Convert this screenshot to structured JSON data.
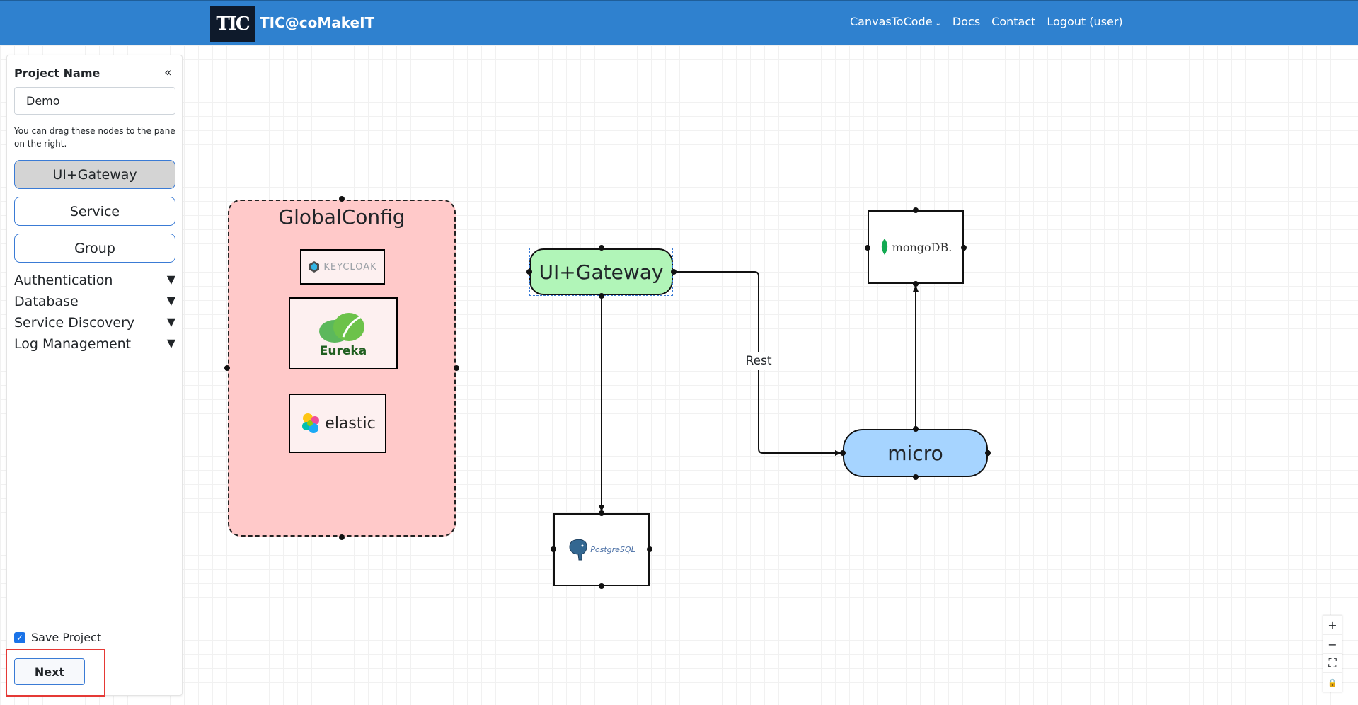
{
  "navbar": {
    "logo_text": "TIC",
    "brand": "TIC@coMakeIT",
    "links": [
      "CanvasToCode",
      "Docs",
      "Contact",
      "Logout (user)"
    ]
  },
  "sidebar": {
    "title": "Project Name",
    "collapse_icon": "«",
    "project_name_value": "Demo",
    "help_text": "You can drag these nodes to the pane on the right.",
    "node_buttons": [
      "UI+Gateway",
      "Service",
      "Group"
    ],
    "accordions": [
      "Authentication",
      "Database",
      "Service Discovery",
      "Log Management"
    ],
    "save_label": "Save Project",
    "save_checked": true,
    "next_label": "Next"
  },
  "canvas": {
    "group_title": "GlobalConfig",
    "group_logos": [
      "KEYCLOAK",
      "Eureka",
      "elastic"
    ],
    "gateway_label": "UI+Gateway",
    "micro_label": "micro",
    "mongo_label": "mongoDB.",
    "postgres_label": "PostgreSQL",
    "edge_label": "Rest"
  },
  "controls": [
    "+",
    "−",
    "⛶",
    "🔒"
  ],
  "colors": {
    "navbar": "#2f81cf",
    "group_fill": "#ffc9c9",
    "gateway_fill": "#b1f5b8",
    "micro_fill": "#a6d4ff",
    "highlight": "#e53935"
  }
}
